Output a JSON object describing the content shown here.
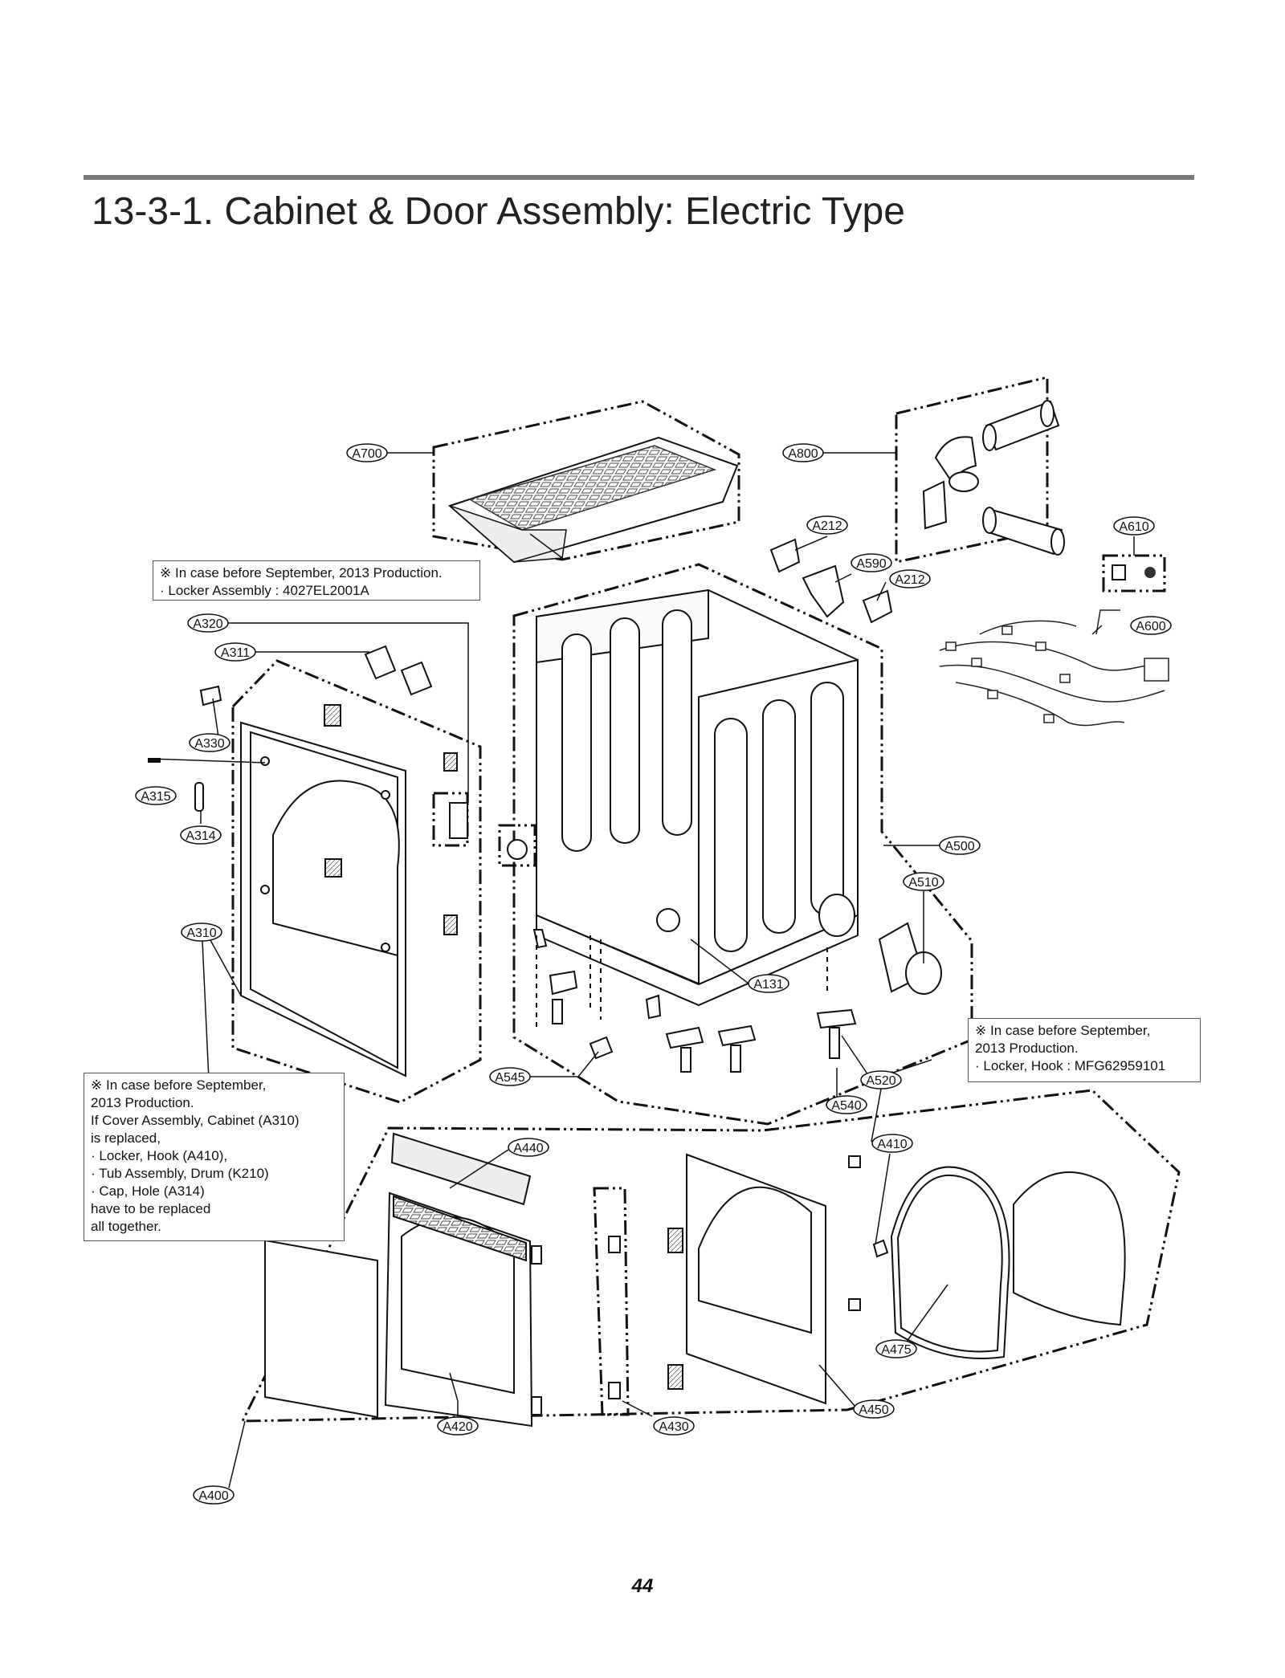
{
  "title": "13-3-1. Cabinet & Door Assembly: Electric Type",
  "notes": {
    "top": [
      "※ In case before September, 2013 Production.",
      "· Locker Assembly : 4027EL2001A"
    ],
    "right": [
      "※ In case before September,",
      "2013 Production.",
      "· Locker, Hook : MFG62959101"
    ],
    "left": [
      "※ In case before September,",
      "2013 Production.",
      "If Cover Assembly, Cabinet (A310)",
      "is replaced,",
      "· Locker, Hook (A410),",
      "· Tub Assembly, Drum (K210)",
      "· Cap, Hole (A314)",
      "have to be replaced",
      "all together."
    ]
  },
  "callouts": {
    "A700": "A700",
    "A800": "A800",
    "A212a": "A212",
    "A212b": "A212",
    "A590": "A590",
    "A610": "A610",
    "A600": "A600",
    "A320": "A320",
    "A311": "A311",
    "A330": "A330",
    "A315": "A315",
    "A314": "A314",
    "A310": "A310",
    "A500": "A500",
    "A510": "A510",
    "A131": "A131",
    "A545": "A545",
    "A520": "A520",
    "A540": "A540",
    "A410": "A410",
    "A440": "A440",
    "A475": "A475",
    "A450": "A450",
    "A430": "A430",
    "A420": "A420",
    "A400": "A400"
  },
  "page_number": "44"
}
